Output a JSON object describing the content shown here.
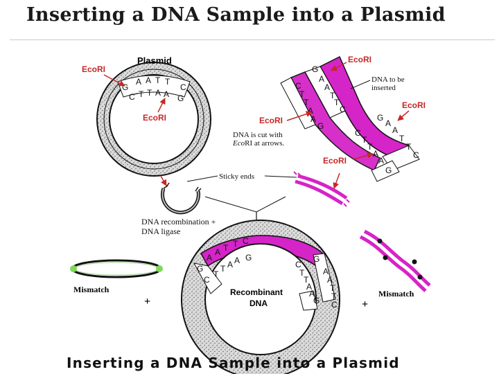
{
  "title": "Inserting a DNA Sample into a Plasmid",
  "footer_title": "Inserting a DNA Sample into a Plasmid",
  "colors": {
    "magenta": "#d524c8",
    "enzyme_red": "#c62828",
    "mismatch_green": "#7ed957",
    "stipple": "#8a8a8a"
  },
  "labels": {
    "plasmid": "Plasmid",
    "ecori_1": "EcoRI",
    "ecori_2": "EcoRI",
    "ecori_3": "EcoRI",
    "ecori_4": "EcoRI",
    "ecori_5": "EcoRI",
    "ecori_6": "EcoRI",
    "dna_inserted_1": "DNA to be",
    "dna_inserted_2": "inserted",
    "cut_1": "DNA is cut with",
    "cut_2a": "Eco",
    "cut_2b": "RI at arrows.",
    "sticky_ends": "Sticky ends",
    "recomb_1": "DNA recombination +",
    "recomb_2": "DNA ligase",
    "recombinant_1": "Recombinant",
    "recombinant_2": "DNA",
    "mismatch_left": "Mismatch",
    "mismatch_right": "Mismatch",
    "plus_left": "+",
    "plus_right": "+"
  },
  "bases": {
    "plasmid_top": [
      "G",
      "A",
      "A",
      "T",
      "T",
      "C"
    ],
    "plasmid_bottom": [
      "C",
      "T",
      "T",
      "A",
      "A",
      "G"
    ],
    "insert_left_outer": [
      "G",
      "A",
      "A",
      "T",
      "T",
      "C"
    ],
    "insert_left_inner": [
      "C",
      "T",
      "T",
      "A",
      "A",
      "G"
    ],
    "insert_right_outer": [
      "G",
      "A",
      "A",
      "T",
      "T",
      "C"
    ],
    "insert_right_inner": [
      "C",
      "T",
      "T",
      "A",
      "A",
      "G"
    ],
    "recomb_left_outer": [
      "G",
      "A",
      "A",
      "T",
      "T",
      "C"
    ],
    "recomb_left_inner": [
      "C",
      "T",
      "T",
      "A",
      "A",
      "G"
    ],
    "recomb_right_outer": [
      "G",
      "A",
      "A",
      "T",
      "T",
      "C"
    ],
    "recomb_right_inner": [
      "C",
      "T",
      "T",
      "A",
      "A",
      "G"
    ]
  }
}
